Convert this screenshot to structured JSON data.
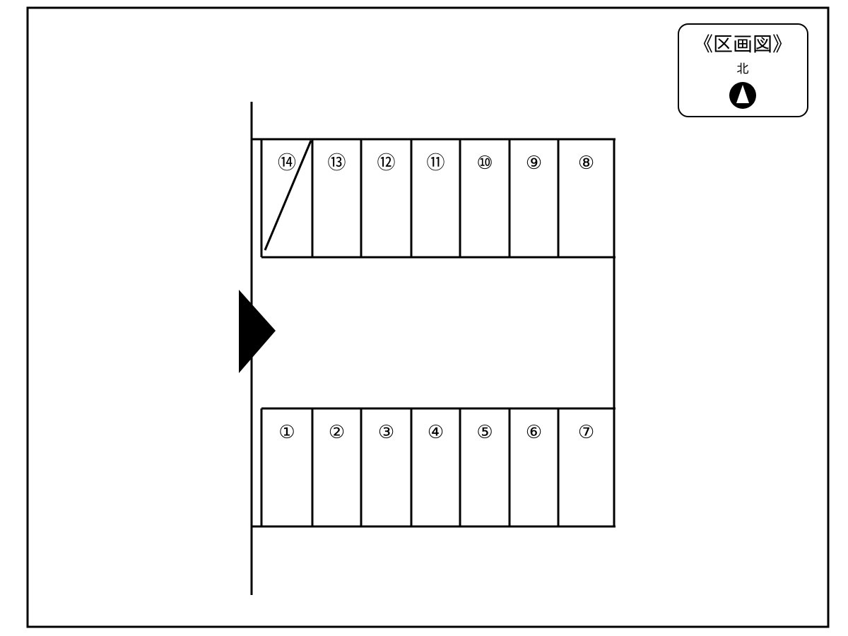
{
  "legend": {
    "title": "《区画図》",
    "north_label": "北"
  },
  "spaces": {
    "top_row": [
      {
        "label": "⑭",
        "occupied": true
      },
      {
        "label": "⑬",
        "occupied": false
      },
      {
        "label": "⑫",
        "occupied": false
      },
      {
        "label": "⑪",
        "occupied": false
      },
      {
        "label": "⑩",
        "occupied": false
      },
      {
        "label": "⑨",
        "occupied": false
      },
      {
        "label": "⑧",
        "occupied": false
      }
    ],
    "bottom_row": [
      {
        "label": "①",
        "occupied": false
      },
      {
        "label": "②",
        "occupied": false
      },
      {
        "label": "③",
        "occupied": false
      },
      {
        "label": "④",
        "occupied": false
      },
      {
        "label": "⑤",
        "occupied": false
      },
      {
        "label": "⑥",
        "occupied": false
      },
      {
        "label": "⑦",
        "occupied": false
      }
    ]
  },
  "entrance": {
    "icon": "entrance-arrow-icon"
  },
  "colors": {
    "line": "#000000",
    "background": "#ffffff"
  }
}
